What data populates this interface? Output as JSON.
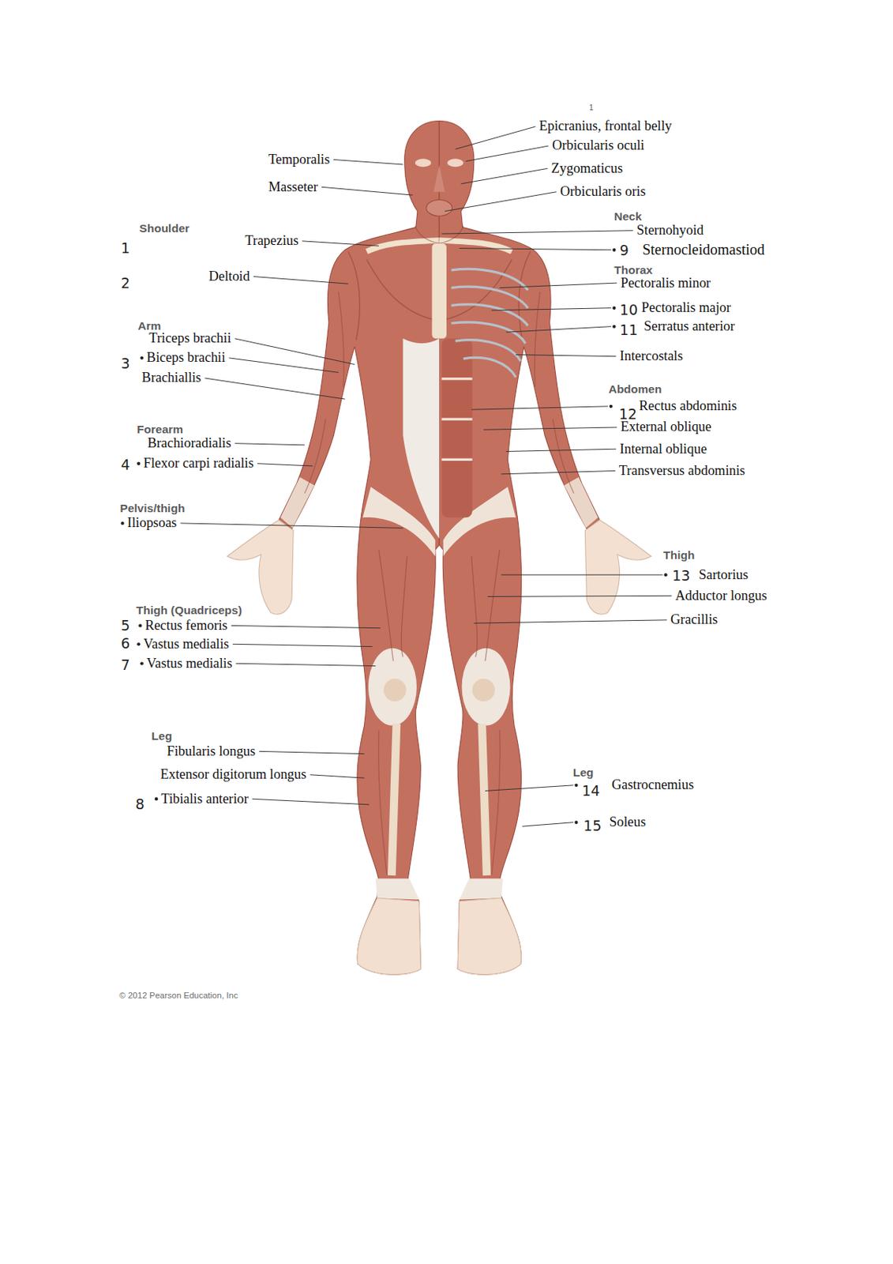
{
  "diagram": {
    "labels": [
      "1",
      "Epicranius, frontal belly",
      "Orbicularis oculi",
      "Temporalis",
      "Zygomaticus",
      "Masseter",
      "Orbicularis oris",
      "Neck",
      "Shoulder",
      "Sternohyoid",
      "Trapezius",
      "1",
      "9",
      "Sternocleidomastiod",
      "Thorax",
      "2",
      "Deltoid",
      "Pectoralis minor",
      "10",
      "Pectoralis major",
      "Arm",
      "11",
      "Serratus anterior",
      "Triceps brachii",
      "Intercostals",
      "3",
      "Biceps brachii",
      "Brachiallis",
      "Abdomen",
      "Rectus abdominis",
      "12",
      "External oblique",
      "Forearm",
      "Brachioradialis",
      "Internal oblique",
      "4",
      "Flexor carpi radialis",
      "Transversus abdominis",
      "Pelvis/thigh",
      "Iliopsoas",
      "Thigh",
      "13",
      "Sartorius",
      "Adductor longus",
      "Thigh (Quadriceps)",
      "Gracillis",
      "5",
      "Rectus femoris",
      "6",
      "Vastus medialis",
      "7",
      "Vastus medialis",
      "Leg",
      "Fibularis longus",
      "Extensor digitorum longus",
      "Leg",
      "14",
      "Gastrocnemius",
      "8",
      "Tibialis anterior",
      "15",
      "Soleus",
      "© 2012 Pearson Education, Inc"
    ]
  }
}
